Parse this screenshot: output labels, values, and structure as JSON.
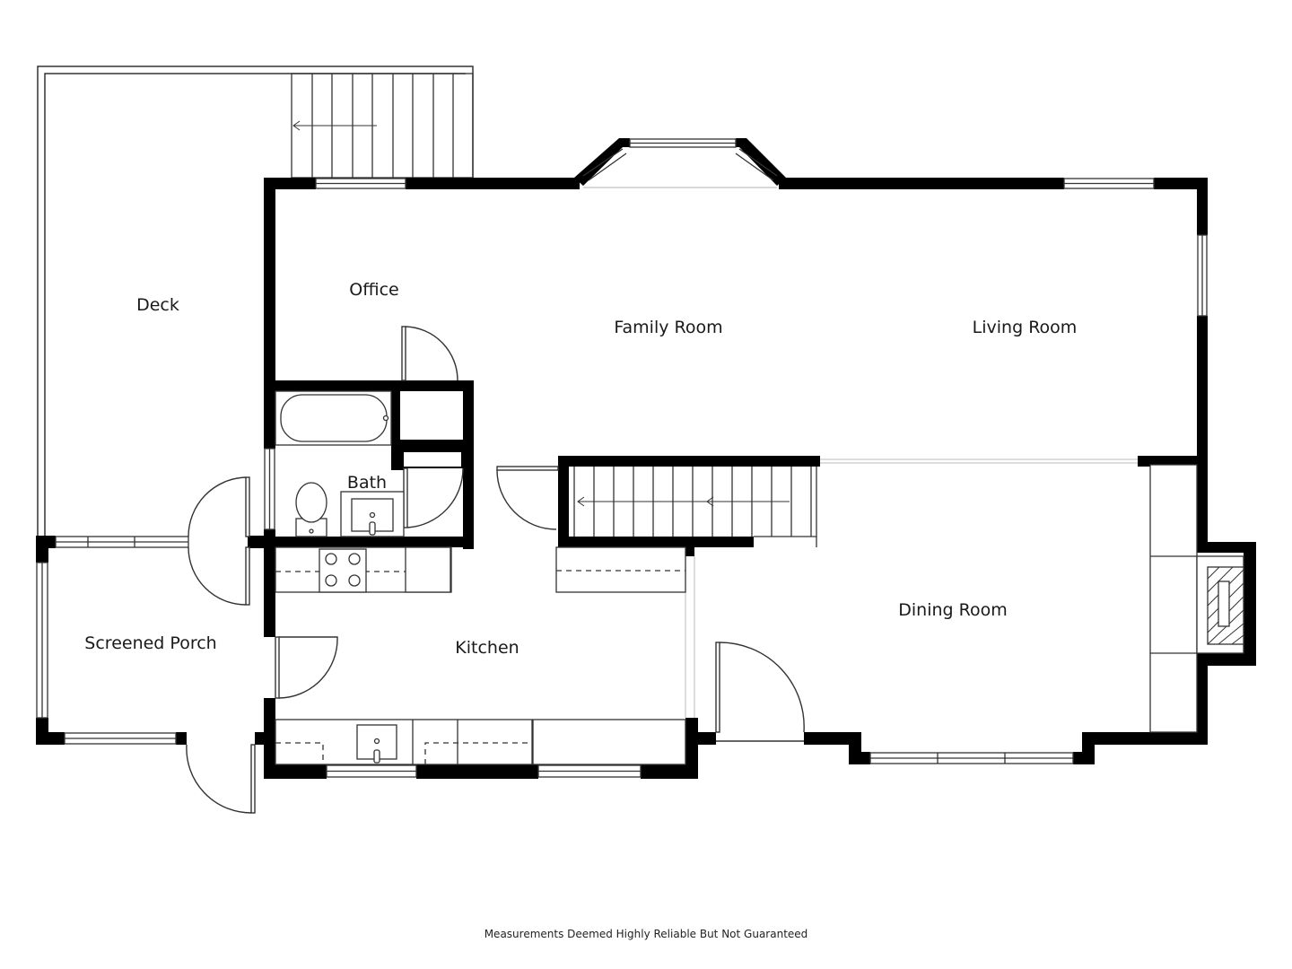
{
  "rooms": {
    "deck": "Deck",
    "office": "Office",
    "family_room": "Family Room",
    "living_room": "Living Room",
    "bath": "Bath",
    "dining_room": "Dining Room",
    "kitchen": "Kitchen",
    "screened_porch": "Screened Porch"
  },
  "footer": "Measurements Deemed Highly Reliable But Not Guaranteed"
}
